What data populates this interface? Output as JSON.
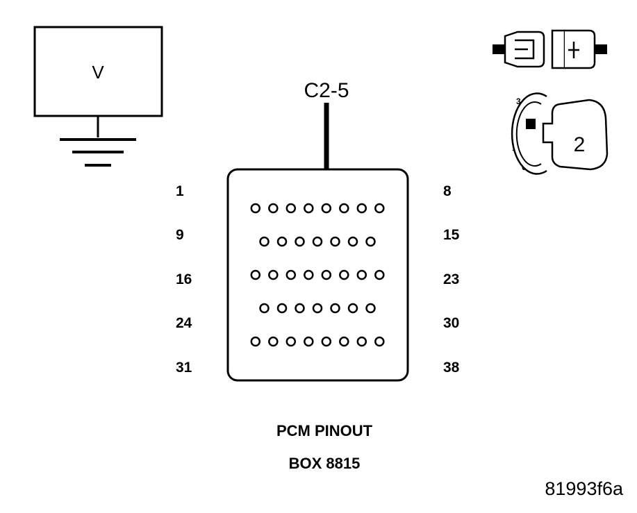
{
  "meter": {
    "symbol": "V"
  },
  "probe": {
    "label": "C2-5"
  },
  "connector": {
    "rows": [
      {
        "left": "1",
        "right": "8",
        "pins": 8
      },
      {
        "left": "9",
        "right": "15",
        "pins": 7
      },
      {
        "left": "16",
        "right": "23",
        "pins": 8
      },
      {
        "left": "24",
        "right": "30",
        "pins": 7
      },
      {
        "left": "31",
        "right": "38",
        "pins": 8
      }
    ]
  },
  "ignition": {
    "positions": [
      "3",
      "2",
      "1",
      "0"
    ],
    "key_position": "2"
  },
  "caption": {
    "line1": "PCM PINOUT",
    "line2": "BOX 8815"
  },
  "figure_id": "81993f6a",
  "icons": [
    "ground-icon",
    "connector-icon",
    "ignition-key-icon"
  ]
}
